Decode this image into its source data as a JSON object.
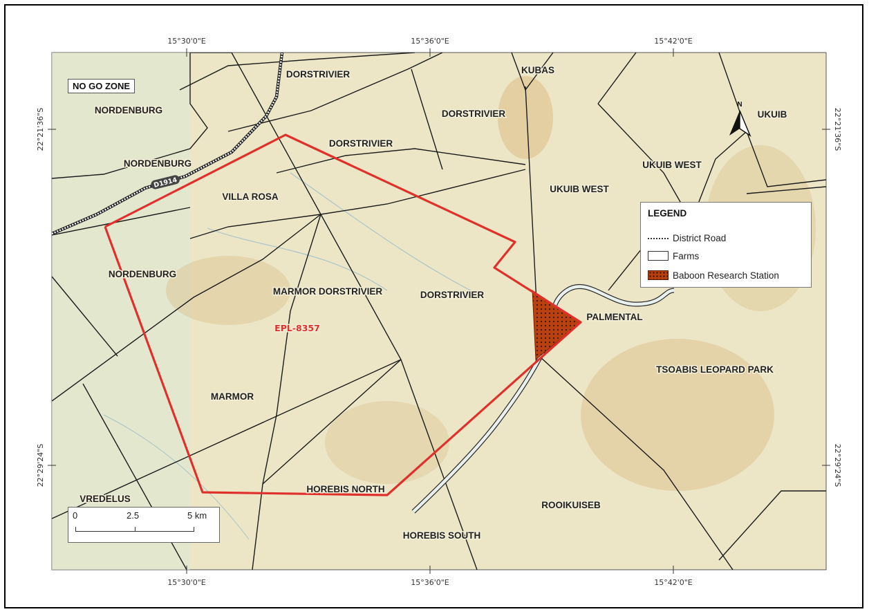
{
  "coords": {
    "top": [
      "15°30'0\"E",
      "15°36'0\"E",
      "15°42'0\"E"
    ],
    "bottom": [
      "15°30'0\"E",
      "15°36'0\"E",
      "15°42'0\"E"
    ],
    "left": [
      "22°21'36\"S",
      "22°29'24\"S"
    ],
    "right": [
      "22°21'36\"S",
      "22°29'24\"S"
    ]
  },
  "farms": [
    "DORSTRIVIER",
    "KUBAS",
    "NORDENBURG",
    "DORSTRIVIER",
    "UKUIB",
    "DORSTRIVIER",
    "NORDENBURG",
    "UKUIB WEST",
    "VILLA ROSA",
    "UKUIB WEST",
    "NORDENBURG",
    "MARMOR DORSTRIVIER",
    "DORSTRIVIER",
    "PALMENTAL",
    "TSOABIS LEOPARD PARK",
    "MARMOR",
    "VREDELUS",
    "HOREBIS NORTH",
    "ROOIKUISEB",
    "HOREBIS SOUTH"
  ],
  "epl_label": "EPL-8357",
  "road_label": "D1914",
  "no_go_zone": "NO GO ZONE",
  "north_label": "N",
  "legend": {
    "title": "LEGEND",
    "items": [
      "District Road",
      "Farms",
      "Baboon Research Station"
    ]
  },
  "scale": {
    "labels": [
      "0",
      "2.5",
      "5 km"
    ]
  },
  "colors": {
    "epl_boundary": "#e0302c",
    "farm_boundary": "#1a1a1a",
    "baboon_fill": "#b8410f",
    "river": "#2b2b2b",
    "map_bg": "#ece6c6"
  }
}
